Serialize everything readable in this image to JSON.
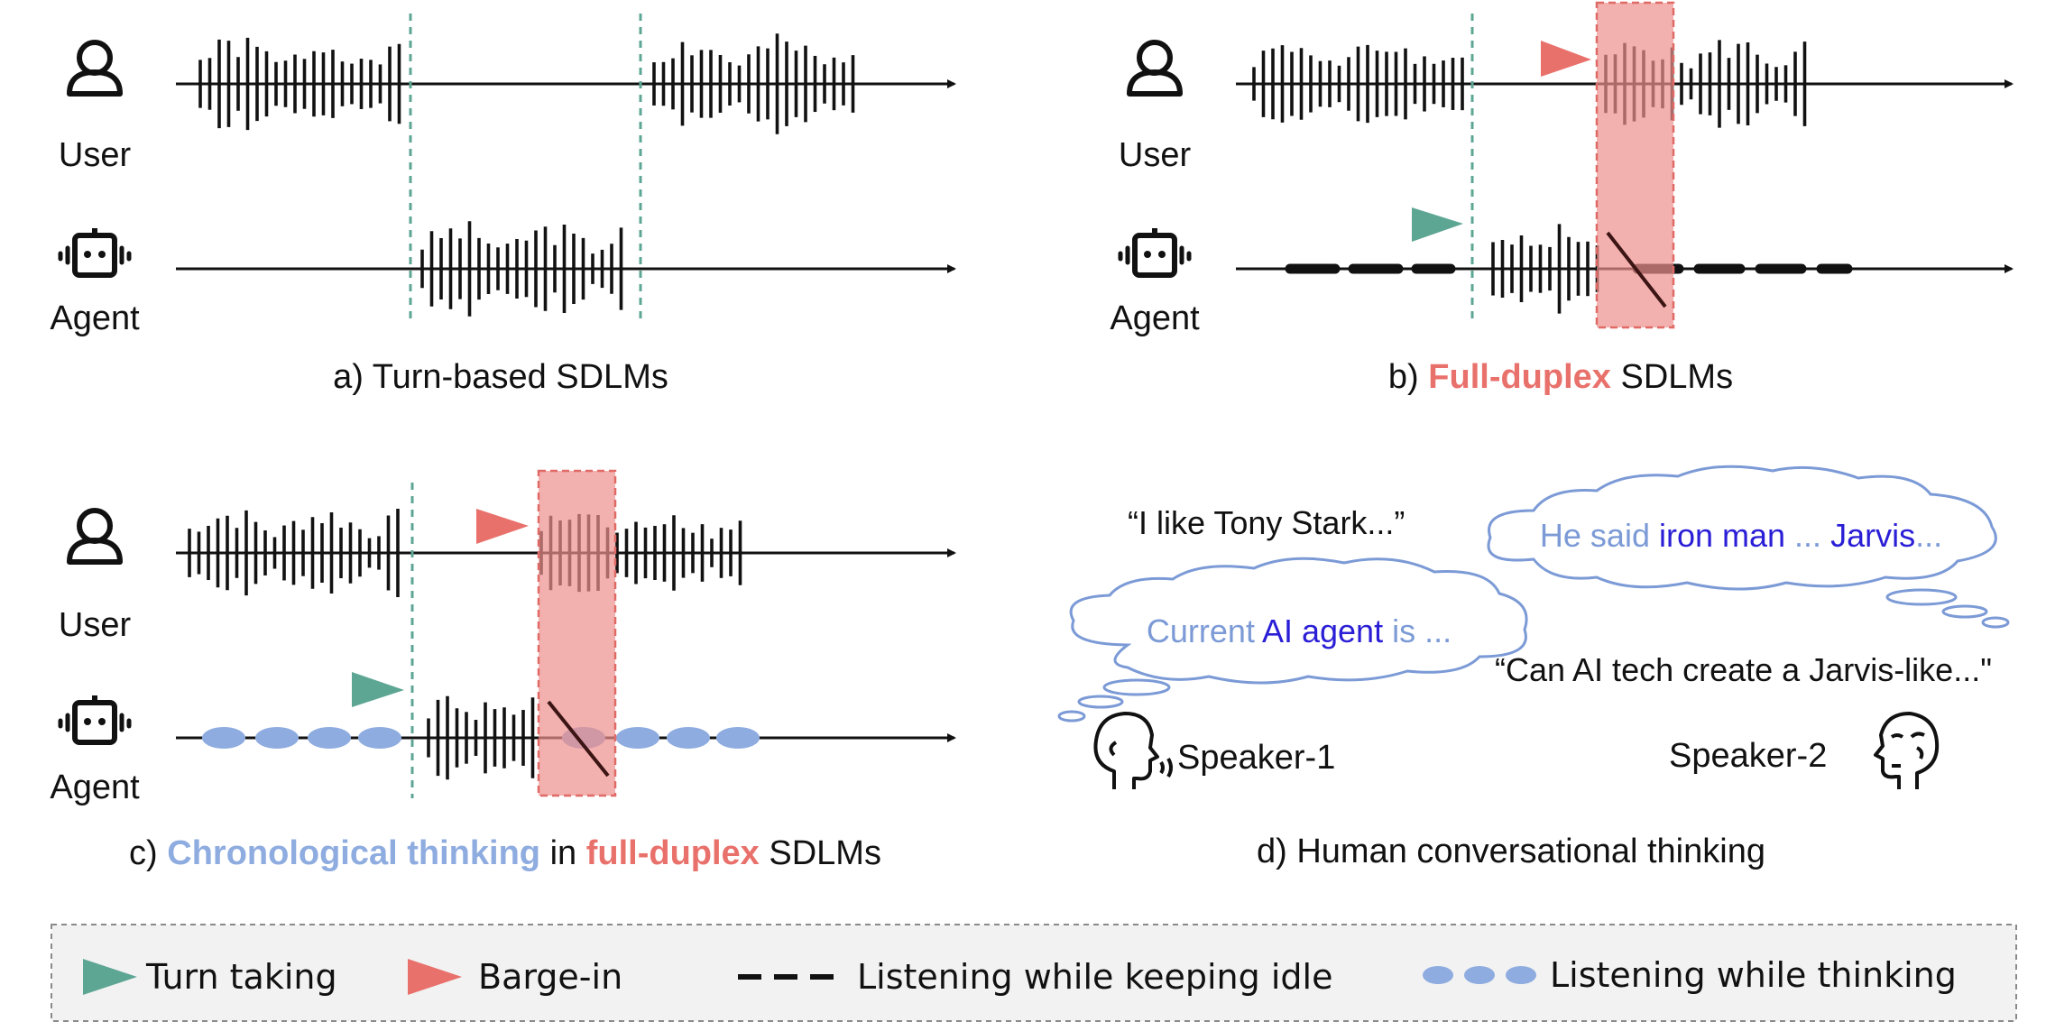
{
  "labels": {
    "user": "User",
    "agent": "Agent",
    "speaker1": "Speaker-1",
    "speaker2": "Speaker-2"
  },
  "captions": {
    "a": "a) Turn-based SDLMs",
    "b_prefix": "b) ",
    "b_highlight": "Full-duplex",
    "b_suffix": " SDLMs",
    "c_prefix": "c) ",
    "c_blue": "Chronological thinking",
    "c_mid": " in ",
    "c_red": "full-duplex",
    "c_suffix": " SDLMs",
    "d": "d) Human conversational thinking"
  },
  "dialogue": {
    "quote_speaker1": "“I like Tony Stark...”",
    "quote_speaker2": "“Can AI tech create a Jarvis-like...\"",
    "thought1_a": "Current ",
    "thought1_b": "AI agent",
    "thought1_c": " is ...",
    "thought2_a": "He said ",
    "thought2_b": "iron man",
    "thought2_c": " ... ",
    "thought2_d": "Jarvis",
    "thought2_e": "..."
  },
  "legend": {
    "turn_taking": "Turn taking",
    "barge_in": "Barge-in",
    "idle": "Listening while keeping idle",
    "thinking": "Listening while thinking"
  },
  "colors": {
    "turn_taking": "#5ea694",
    "barge_in": "#e9716c",
    "barge_zone": "#ec8f8c",
    "thinking": "#8eace0",
    "keyword": "#2a1ed6",
    "thought_text": "#7b9ad6",
    "legend_bg": "#f2f2f2"
  }
}
